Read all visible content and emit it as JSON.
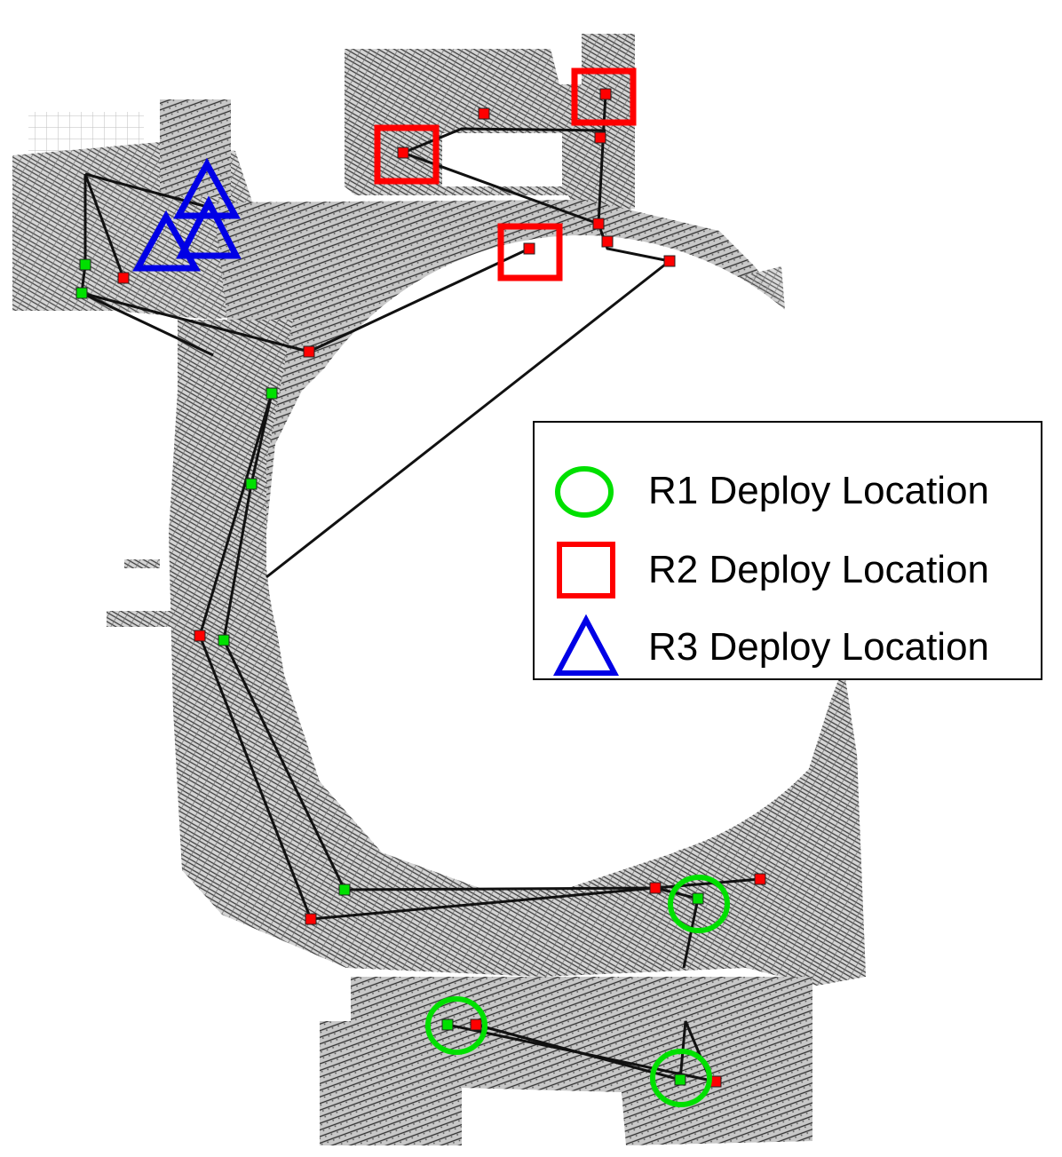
{
  "legend": {
    "items": [
      {
        "label": "R1 Deploy Location",
        "marker": "circle",
        "color": "#00e000"
      },
      {
        "label": "R2 Deploy Location",
        "marker": "square",
        "color": "#ff0000"
      },
      {
        "label": "R3 Deploy Location",
        "marker": "triangle",
        "color": "#0000e6"
      }
    ]
  },
  "colors": {
    "r1": "#00e000",
    "r2": "#ff0000",
    "r3": "#0000e6",
    "path": "#111111",
    "point_cloud": "#4a4a4a"
  }
}
